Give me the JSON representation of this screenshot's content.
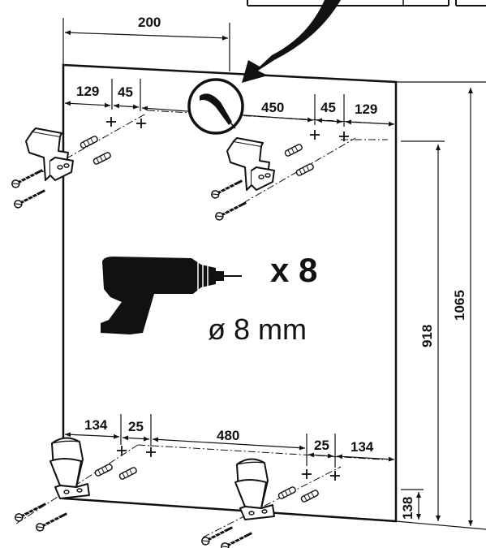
{
  "dimensions": {
    "top_offset": "200",
    "top_left_edge": "129",
    "top_left_spacing": "45",
    "top_middle": "450",
    "top_right_spacing": "45",
    "top_right_edge": "129",
    "bottom_left_edge": "134",
    "bottom_left_spacing": "25",
    "bottom_middle": "480",
    "bottom_right_spacing": "25",
    "bottom_right_edge": "134",
    "bottom_height": "138",
    "mid_height": "918",
    "total_height": "1065"
  },
  "drill": {
    "hole_count": "x 8",
    "diameter": "ø 8 mm",
    "icon": "power-drill-icon"
  },
  "icons": {
    "pencil_marker": "pencil-mark-icon",
    "bracket": "wall-bracket-icon",
    "foot": "support-foot-icon",
    "screw": "screw-icon",
    "plug": "wall-plug-icon"
  }
}
